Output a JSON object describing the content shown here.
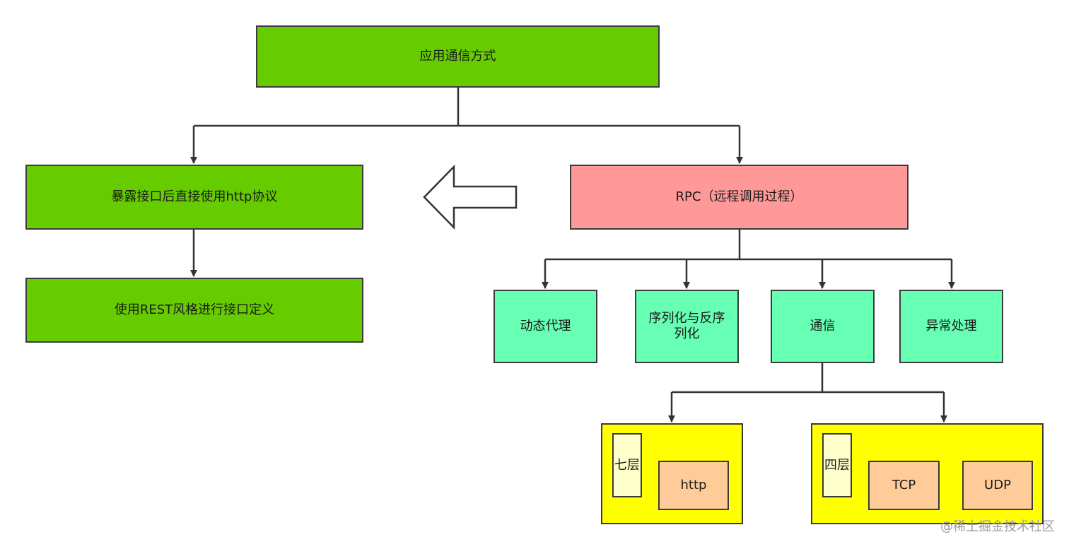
{
  "nodes": {
    "root": "应用通信方式",
    "http_expose": "暴露接口后直接使用http协议",
    "rest_style": "使用REST风格进行接口定义",
    "rpc": "RPC（远程调用过程）",
    "dynamic_proxy": "动态代理",
    "serialization": "序列化与反序列化",
    "communication": "通信",
    "exception": "异常处理",
    "layer7": "七层",
    "http": "http",
    "layer4": "四层",
    "tcp": "TCP",
    "udp": "UDP"
  },
  "watermark": "@稀土掘金技术社区",
  "colors": {
    "green": "#66cc00",
    "red": "#ff9999",
    "teal": "#66ffb3",
    "yellow": "#ffff00",
    "cream": "#ffffcc",
    "peach": "#ffcc99"
  }
}
